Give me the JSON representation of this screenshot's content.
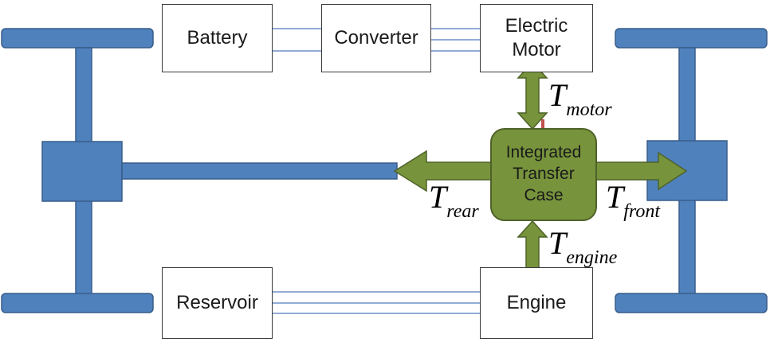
{
  "colors": {
    "chassis": "#4f81bd",
    "chassis_border": "#385d8a",
    "arrow": "#77933c",
    "arrow_border": "#4f6228",
    "link_line": "#6f90c8",
    "accent_red": "#c0504d"
  },
  "components": {
    "battery": "Battery",
    "converter": "Converter",
    "electric_motor": "Electric\nMotor",
    "reservoir": "Reservoir",
    "engine": "Engine",
    "integrated_transfer_case": "Integrated\nTransfer\nCase"
  },
  "torques": {
    "motor": {
      "symbol": "T",
      "subscript": "motor"
    },
    "rear": {
      "symbol": "T",
      "subscript": "rear"
    },
    "front": {
      "symbol": "T",
      "subscript": "front"
    },
    "engine": {
      "symbol": "T",
      "subscript": "engine"
    }
  }
}
